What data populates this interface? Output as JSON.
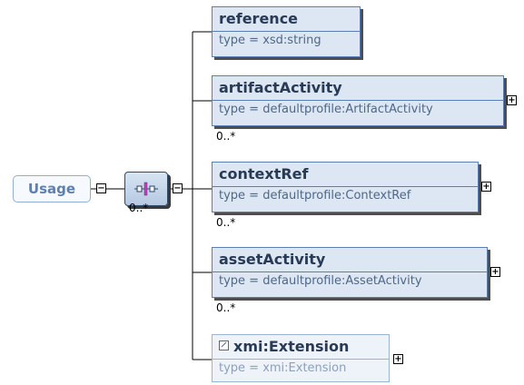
{
  "diagram": {
    "root": {
      "label": "Usage",
      "toggle": "−"
    },
    "sequence": {
      "multiplicity": "0..*",
      "toggle": "−"
    },
    "elements": [
      {
        "name": "reference",
        "type": "type = xsd:string",
        "multiplicity": "",
        "expandable": false,
        "optional": false,
        "extension": false
      },
      {
        "name": "artifactActivity",
        "type": "type = defaultprofile:ArtifactActivity",
        "multiplicity": "0..*",
        "expandable": true,
        "optional": false,
        "extension": false
      },
      {
        "name": "contextRef",
        "type": "type = defaultprofile:ContextRef",
        "multiplicity": "0..*",
        "expandable": true,
        "optional": false,
        "extension": false
      },
      {
        "name": "assetActivity",
        "type": "type = defaultprofile:AssetActivity",
        "multiplicity": "0..*",
        "expandable": true,
        "optional": false,
        "extension": false
      },
      {
        "name": "xmi:Extension",
        "type": "type = xmi:Extension",
        "multiplicity": "",
        "expandable": true,
        "optional": true,
        "extension": true
      }
    ],
    "expand_toggle": "+",
    "colors": {
      "node_border": "#5b7fb0",
      "node_fill": "#dde7f3",
      "root_text": "#5f7fae",
      "lines": "#000000"
    }
  }
}
